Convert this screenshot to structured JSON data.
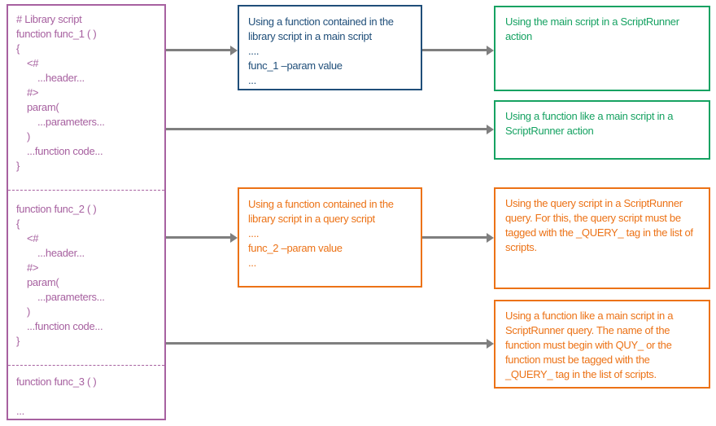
{
  "diagram": {
    "library_box": {
      "sections": [
        {
          "lines": [
            "# Library script",
            "function func_1 ( )",
            "{",
            "<#",
            "...header...",
            "#>",
            "param(",
            "...parameters...",
            ")",
            "...function code...",
            "}"
          ]
        },
        {
          "lines": [
            "function func_2 ( )",
            "{",
            "<#",
            "...header...",
            "#>",
            "param(",
            "...parameters...",
            ")",
            "...function code...",
            "}"
          ]
        },
        {
          "lines": [
            "function func_3 ( )",
            "",
            "..."
          ]
        }
      ]
    },
    "main_script_box": {
      "title": "Using a function contained in the library script in a main script",
      "lines": [
        "....",
        "func_1 –param value",
        "..."
      ]
    },
    "query_script_box": {
      "title": "Using a function contained in the library script in a query script",
      "lines": [
        "....",
        "func_2 –param value",
        "..."
      ]
    },
    "action_main_box": {
      "text": "Using the main script in a ScriptRunner action"
    },
    "action_function_box": {
      "text": "Using a function like a main script in a ScriptRunner action"
    },
    "query_main_box": {
      "text": "Using the query script in a ScriptRunner query. For this, the query script must be tagged with the _QUERY_ tag in the list of scripts."
    },
    "query_function_box": {
      "text": "Using a function like a main script in a ScriptRunner query. The name of the function must begin with QUY_ or the function must be tagged with the _QUERY_ tag in the list of scripts."
    },
    "colors": {
      "purple": "#A761A0",
      "navy": "#1F4E79",
      "green": "#16A262",
      "orange": "#EC7216",
      "arrow_gray": "#7F7F7F"
    }
  }
}
